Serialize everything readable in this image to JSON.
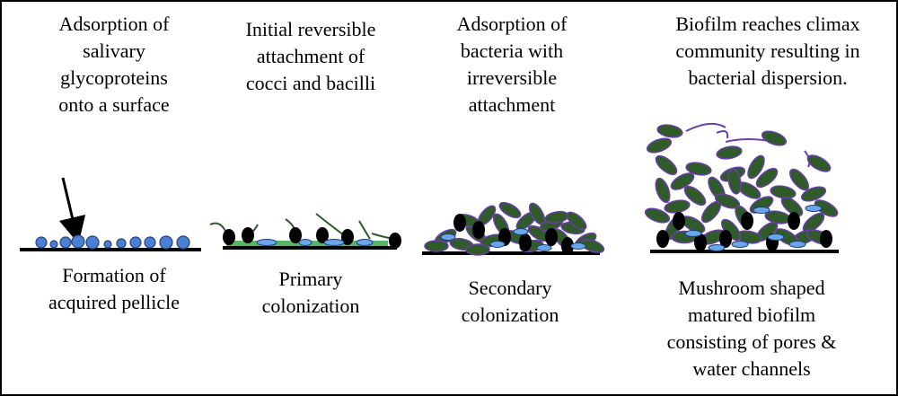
{
  "stages": [
    {
      "caption_top": "Adsorption of\nsalivary\nglycoproteins\nonto a surface",
      "caption_bottom": "Formation of\nacquired pellicle"
    },
    {
      "caption_top": "Initial reversible\nattachment of\ncocci and bacilli",
      "caption_bottom": "Primary\ncolonization"
    },
    {
      "caption_top": "Adsorption of\nbacteria with\nirreversible\nattachment",
      "caption_bottom": "Secondary\ncolonization"
    },
    {
      "caption_top": "Biofilm reaches climax\ncommunity resulting in\nbacterial dispersion.",
      "caption_bottom": "Mushroom shaped\nmatured biofilm\nconsisting of pores &\nwater channels"
    }
  ],
  "colors": {
    "glycoprotein": "#4a7fd4",
    "bacillus": "#2f5a2a",
    "bacillus_outline": "#6a3ea8",
    "coccus": "#000000",
    "channel": "#6aa6e8",
    "matrix": "#3aa84a"
  }
}
